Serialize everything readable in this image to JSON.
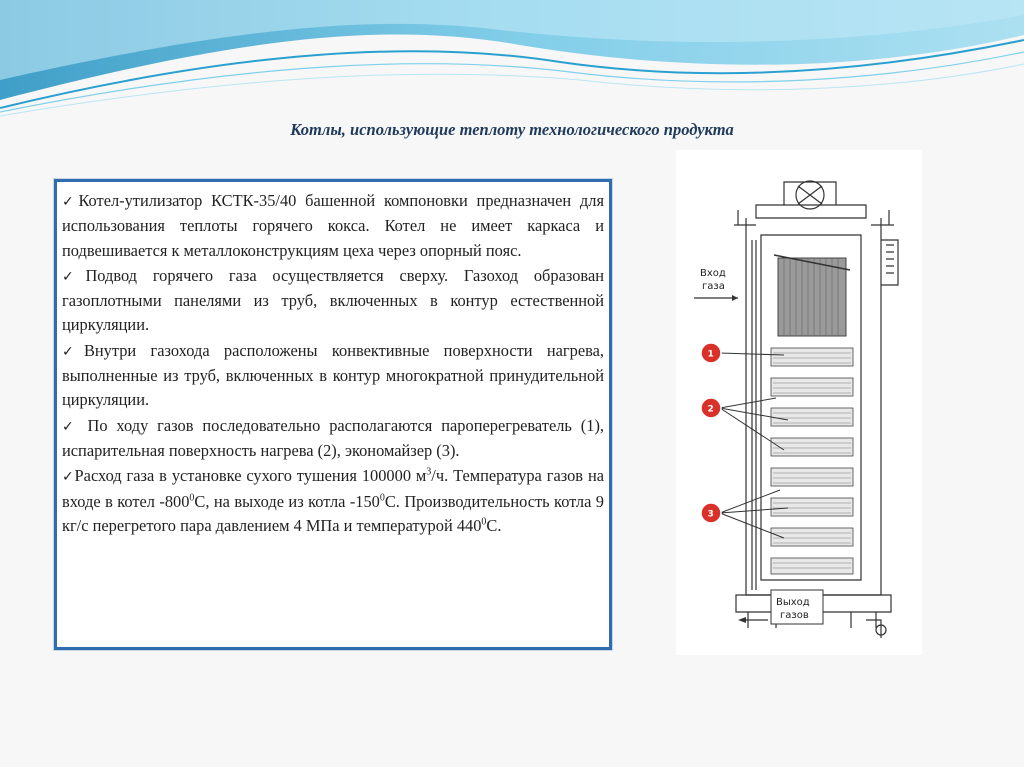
{
  "title": "Котлы, использующие теплоту технологического продукта",
  "paragraphs": [
    {
      "check": "✓",
      "parts": [
        "Котел-утилизатор КСТК-35/40 башенной компоновки предназначен для использования теплоты горячего кокса. Котел не имеет каркаса и подвешивается к металлоконструкциям цеха через опорный пояс."
      ]
    },
    {
      "check": "✓",
      "parts": [
        "Подвод горячего газа осуществляется сверху. Газоход образован газоплотными панелями из труб, включенных в контур естественной циркуляции."
      ]
    },
    {
      "check": "✓",
      "parts": [
        "Внутри газохода расположены конвективные поверхности нагрева, выполненные из труб, включенных в контур многократной принудительной циркуляции."
      ]
    },
    {
      "check": "✓",
      "parts": [
        " По ходу газов последовательно располагаются пароперегреватель (1), испарительная поверхность нагрева (2), экономайзер (3)."
      ]
    },
    {
      "check": "✓",
      "parts": [
        "Расход газа в установке сухого тушения 100000 м",
        "/ч. Температура газов на входе в котел -800",
        "С, на выходе из котла -150",
        "С. Производительность котла 9 кг/с перегретого пара давлением 4 МПа и температурой 440",
        "С."
      ],
      "sups": [
        "3",
        "0",
        "0",
        "0"
      ]
    }
  ],
  "diagram": {
    "inlet_label_1": "Вход",
    "inlet_label_2": "газа",
    "outlet_label_1": "Выход",
    "outlet_label_2": "газов",
    "markers": [
      "1",
      "2",
      "3"
    ]
  },
  "colors": {
    "accent": "#2f6db0",
    "marker": "#d9302a",
    "title": "#1f3a5a"
  }
}
